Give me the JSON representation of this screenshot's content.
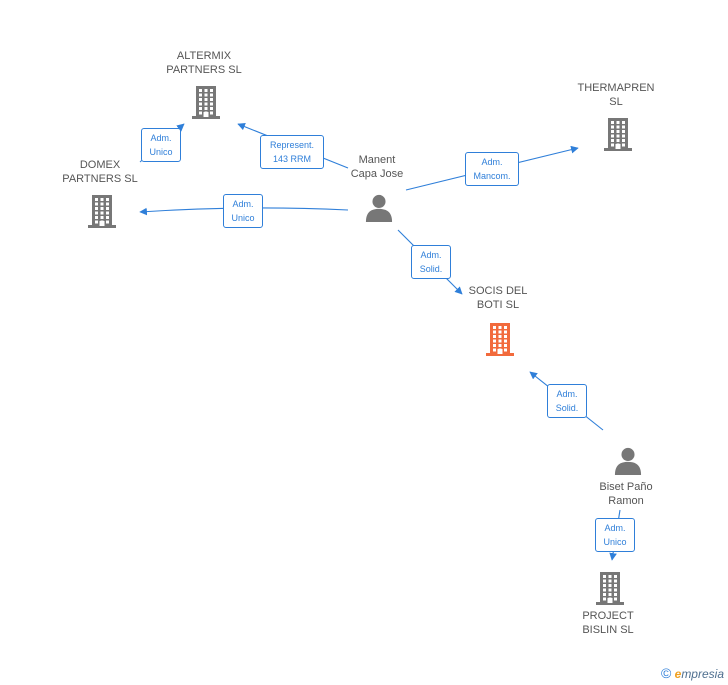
{
  "colors": {
    "edge": "#2f7fd9",
    "company": "#777777",
    "main_company": "#f26a3c",
    "person": "#777777"
  },
  "nodes": [
    {
      "id": "altermix",
      "type": "company",
      "label": "ALTERMIX\nPARTNERS  SL"
    },
    {
      "id": "domex",
      "type": "company",
      "label": "DOMEX\nPARTNERS  SL"
    },
    {
      "id": "thermapren",
      "type": "company",
      "label": "THERMAPREN\nSL"
    },
    {
      "id": "socis",
      "type": "company-main",
      "label": "SOCIS DEL\nBOTI  SL"
    },
    {
      "id": "project",
      "type": "company",
      "label": "PROJECT\nBISLIN  SL"
    },
    {
      "id": "manent",
      "type": "person",
      "label": "Manent\nCapa Jose"
    },
    {
      "id": "biset",
      "type": "person",
      "label": "Biset Paño\nRamon"
    }
  ],
  "edges": [
    {
      "from": "manent",
      "to": "altermix",
      "label": "Represent.\n143 RRM"
    },
    {
      "from": "domex",
      "to": "altermix",
      "label": "Adm.\nUnico"
    },
    {
      "from": "manent",
      "to": "domex",
      "label": "Adm.\nUnico"
    },
    {
      "from": "manent",
      "to": "thermapren",
      "label": "Adm.\nMancom."
    },
    {
      "from": "manent",
      "to": "socis",
      "label": "Adm.\nSolid."
    },
    {
      "from": "biset",
      "to": "socis",
      "label": "Adm.\nSolid."
    },
    {
      "from": "biset",
      "to": "project",
      "label": "Adm.\nUnico"
    }
  ],
  "brand": {
    "copyright": "©",
    "e": "e",
    "name": "mpresia"
  }
}
